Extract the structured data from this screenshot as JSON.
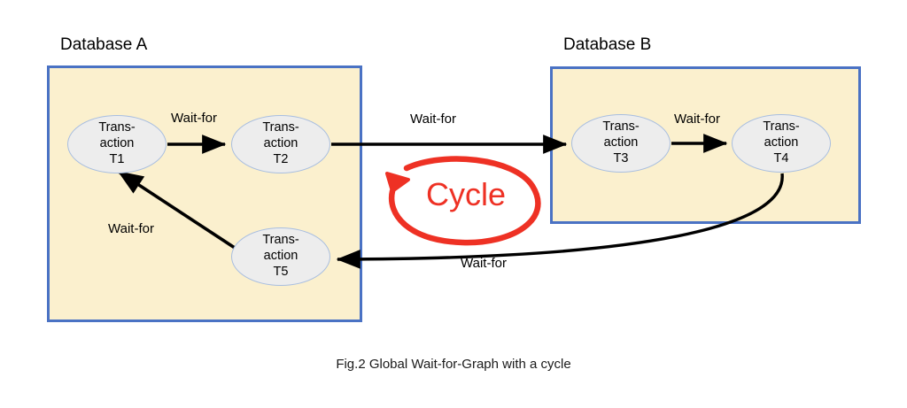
{
  "figure": {
    "caption": "Fig.2 Global Wait-for-Graph with a cycle"
  },
  "colors": {
    "box_fill": "#fbf0ce",
    "box_border": "#4a72c4",
    "node_fill": "#ededed",
    "node_border": "#a8bee0",
    "edge": "#000000",
    "cycle": "#ee3124",
    "background": "#ffffff"
  },
  "databases": [
    {
      "id": "db-a",
      "title": "Database A"
    },
    {
      "id": "db-b",
      "title": "Database B"
    }
  ],
  "nodes": [
    {
      "id": "t1",
      "line1": "Trans-",
      "line2": "action",
      "line3": "T1",
      "database": "db-a"
    },
    {
      "id": "t2",
      "line1": "Trans-",
      "line2": "action",
      "line3": "T2",
      "database": "db-a"
    },
    {
      "id": "t3",
      "line1": "Trans-",
      "line2": "action",
      "line3": "T3",
      "database": "db-b"
    },
    {
      "id": "t4",
      "line1": "Trans-",
      "line2": "action",
      "line3": "T4",
      "database": "db-b"
    },
    {
      "id": "t5",
      "line1": "Trans-",
      "line2": "action",
      "line3": "T5",
      "database": "db-a"
    }
  ],
  "edges": [
    {
      "id": "t1-t2",
      "from": "t1",
      "to": "t2",
      "label": "Wait-for",
      "style": "straight"
    },
    {
      "id": "t2-t3",
      "from": "t2",
      "to": "t3",
      "label": "Wait-for",
      "style": "straight"
    },
    {
      "id": "t3-t4",
      "from": "t3",
      "to": "t4",
      "label": "Wait-for",
      "style": "straight"
    },
    {
      "id": "t4-t5",
      "from": "t4",
      "to": "t5",
      "label": "Wait-for",
      "style": "curved"
    },
    {
      "id": "t5-t1",
      "from": "t5",
      "to": "t1",
      "label": "Wait-for",
      "style": "diagonal"
    }
  ],
  "annotation": {
    "cycle_label": "Cycle",
    "cycle_direction": "counterclockwise"
  }
}
